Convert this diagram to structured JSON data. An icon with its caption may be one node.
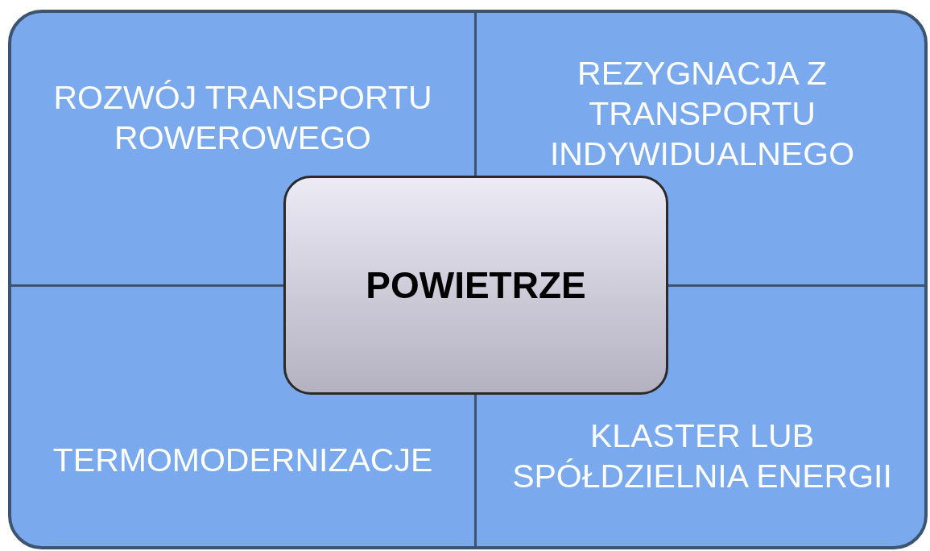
{
  "diagram": {
    "nodes": [
      {
        "text": [],
        "shape": "box"
      },
      {
        "text": [
          "ROZWÓJ TRANSPORTU ROWEROWEGO"
        ],
        "in": 0
      },
      {
        "text": [
          "REZYGNACJA Z TRANSPORTU INDYWIDUALNEGO"
        ],
        "in": 0
      },
      {
        "text": [
          "TERMOMODERNIZACJE"
        ],
        "in": 0
      },
      {
        "text": [
          "KLASTER LUB SPÓŁDZIELNIA ENERGII"
        ],
        "in": 0
      },
      {
        "text": [
          "POWIETRZE"
        ],
        "in": 0
      }
    ]
  }
}
